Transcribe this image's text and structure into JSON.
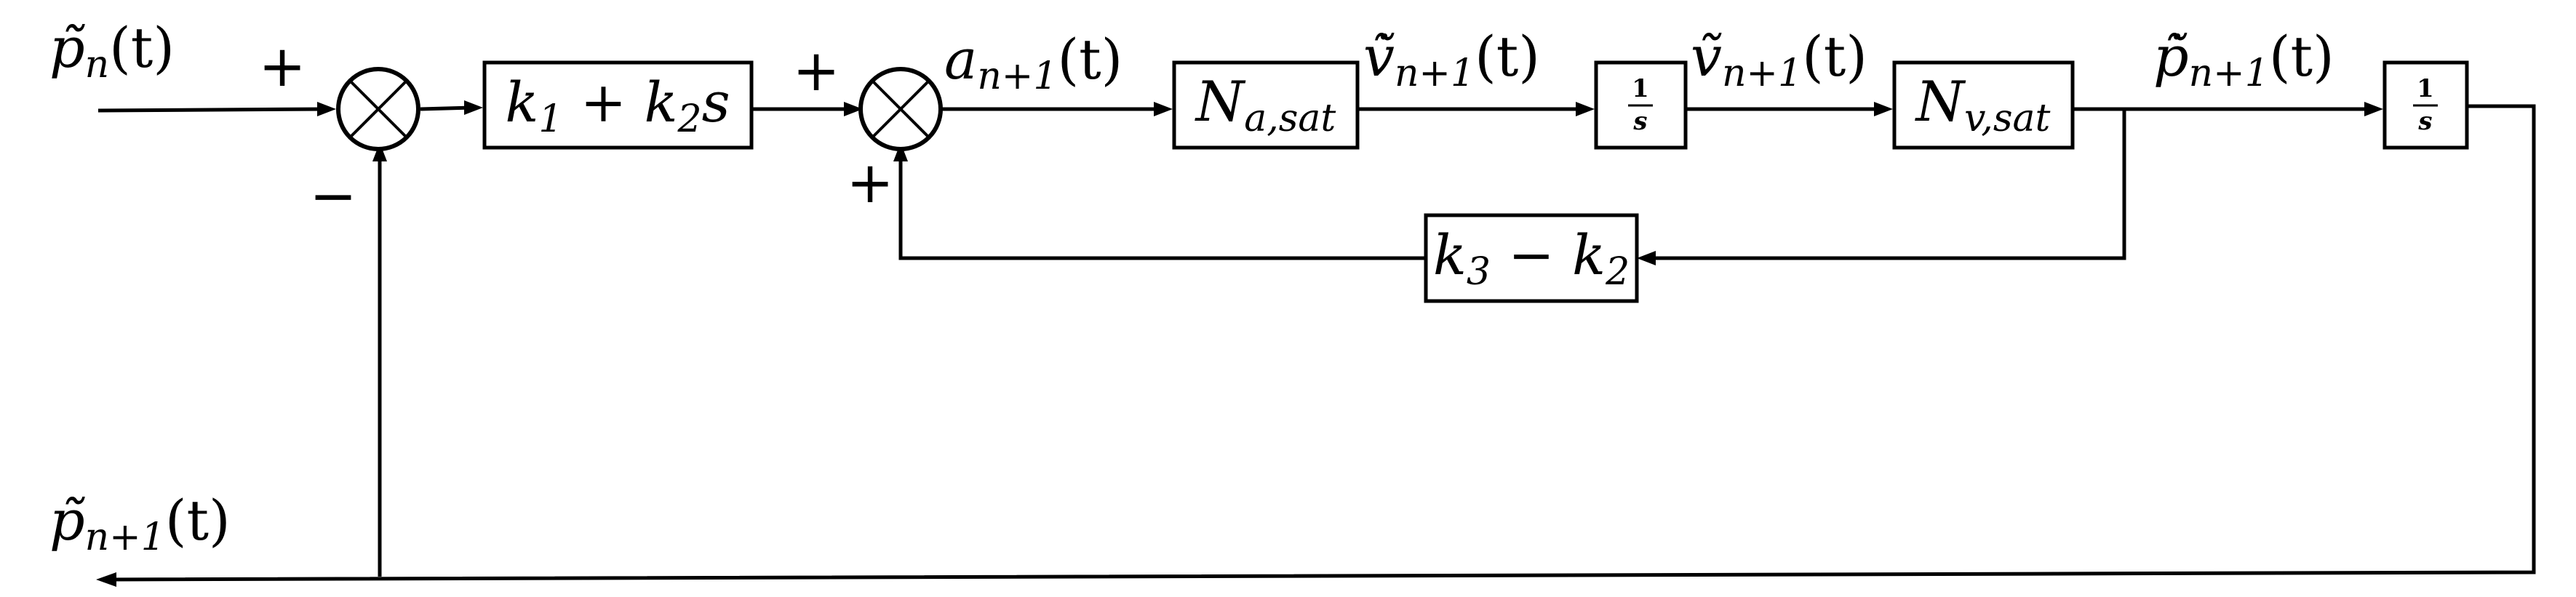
{
  "signals": {
    "input_ref": "p̃",
    "input_ref_sub": "n",
    "input_ref_arg": "(t)",
    "accel": "a",
    "accel_sub": "n+1",
    "accel_arg": "(t)",
    "vdot": "v̇̃",
    "vdot_sub": "n+1",
    "vdot_arg": "(t)",
    "vel": "ṽ",
    "vel_sub": "n+1",
    "vel_arg": "(t)",
    "pdot": "ṗ̃",
    "pdot_sub": "n+1",
    "pdot_arg": "(t)",
    "output": "p̃",
    "output_sub": "n+1",
    "output_arg": "(t)"
  },
  "blocks": {
    "pd_k1": "k",
    "pd_k1_sub": "1",
    "pd_plus": " + ",
    "pd_k2": "k",
    "pd_k2_sub": "2",
    "pd_s": "s",
    "accel_sat": "N",
    "accel_sat_sub": "a,sat",
    "vel_sat": "N",
    "vel_sat_sub": "v,sat",
    "feedback_k3": "k",
    "feedback_k3_sub": "3",
    "feedback_minus": " − ",
    "feedback_k2": "k",
    "feedback_k2_sub": "2",
    "integrator1_num": "1",
    "integrator1_den": "s",
    "integrator2_num": "1",
    "integrator2_den": "s"
  },
  "signs": {
    "sj1_top": "+",
    "sj1_bottom": "−",
    "sj2_top": "+",
    "sj2_bottom": "+"
  }
}
